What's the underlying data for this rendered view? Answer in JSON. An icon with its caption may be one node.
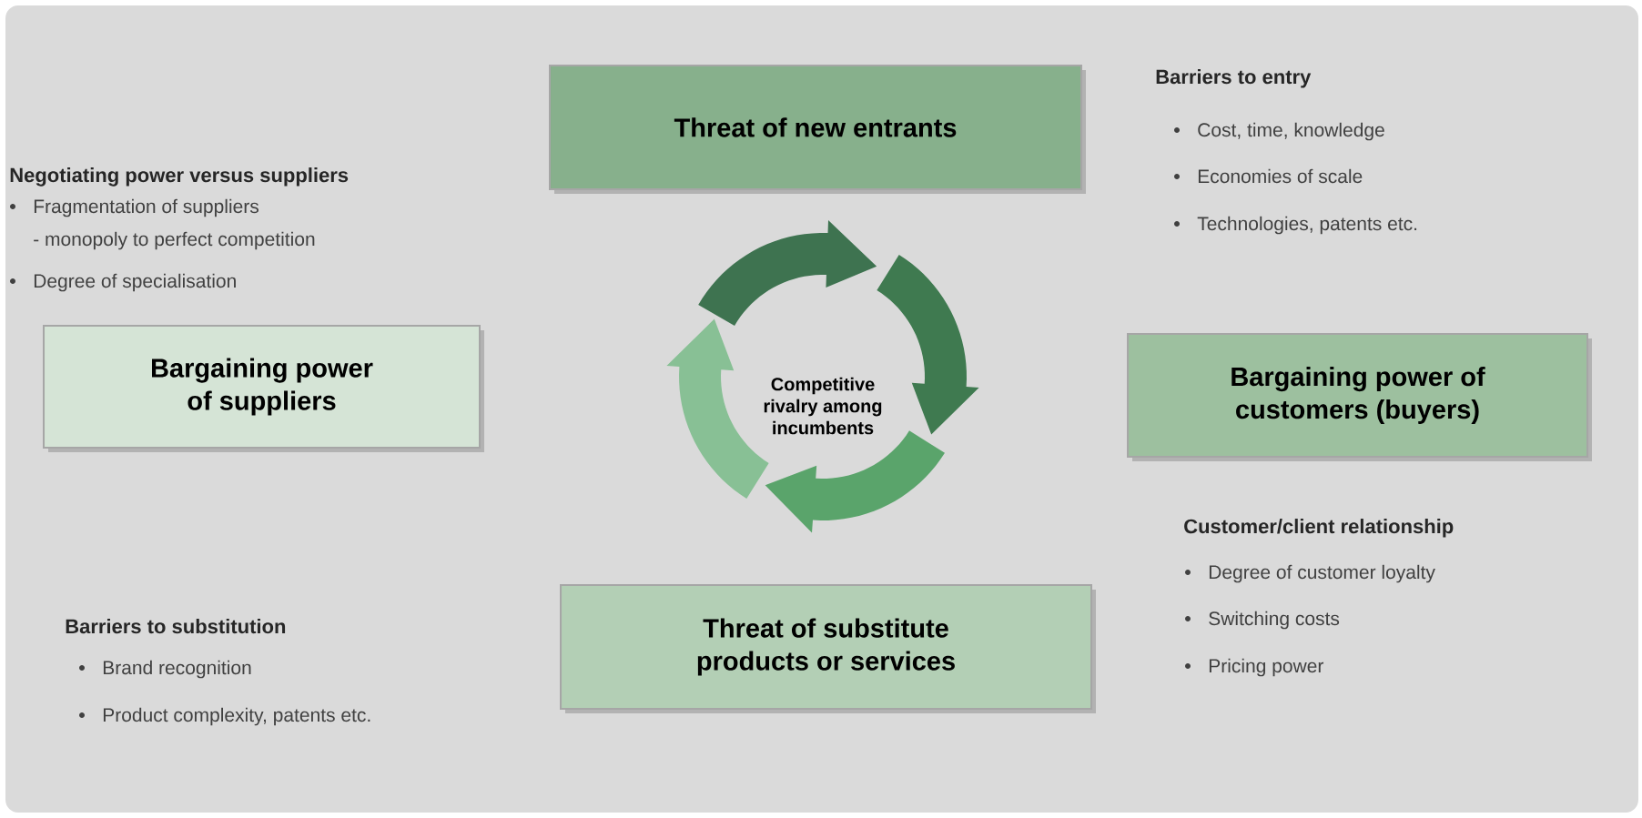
{
  "diagram": {
    "nodes": [
      {
        "text": [
          "Threat of new entrants"
        ]
      },
      {
        "text": [
          "Bargaining power of suppliers"
        ]
      },
      {
        "text": [
          "Competitive rivalry among incumbents"
        ]
      },
      {
        "text": [
          "Bargaining power of customers (buyers)"
        ]
      },
      {
        "text": [
          "Threat of substitute products or services"
        ]
      }
    ],
    "labels": [
      "Barriers to entry",
      "Cost, time, knowledge",
      "Negotiating power versus suppliers",
      "Fragmentation of suppliers",
      "Economies of scale",
      "- monopoly to perfect competition",
      "Technologies, patents etc.",
      "Degree of specialisation",
      "Customer/client relationship",
      "Degree of customer loyalty",
      "Switching costs",
      "Barriers to substitution",
      "Pricing power",
      "Brand recognition",
      "Product complexity, patents etc."
    ]
  }
}
